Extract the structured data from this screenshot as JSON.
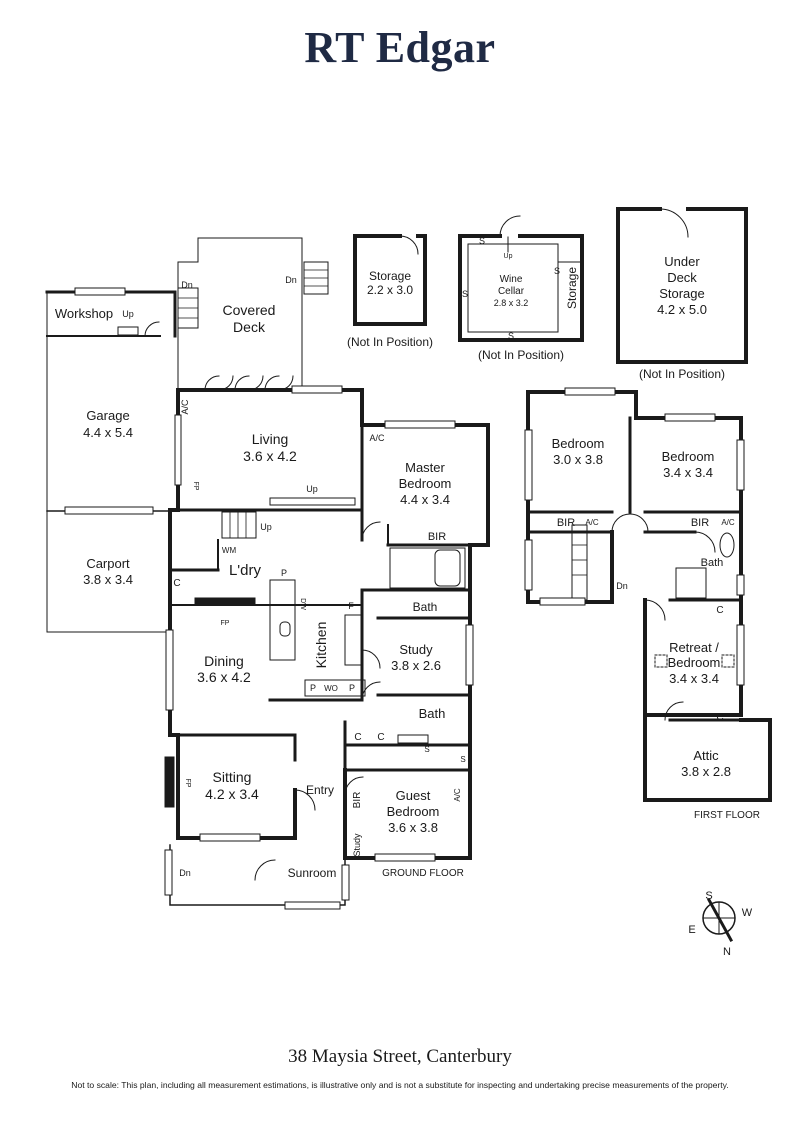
{
  "brand": "RT Edgar",
  "address": "38 Maysia Street, Canterbury",
  "disclaimer": "Not to scale: This plan, including all measurement estimations, is illustrative only and is not a substitute for inspecting and undertaking precise measurements of the property.",
  "floor_labels": {
    "ground": "GROUND FLOOR",
    "first": "FIRST FLOOR"
  },
  "detached": {
    "storage": {
      "name": "Storage",
      "size": "2.2 x 3.0",
      "note": "(Not In Position)"
    },
    "wine_cellar": {
      "name": "Wine",
      "name2": "Cellar",
      "size": "2.8 x 3.2",
      "note": "(Not In Position)",
      "storage_label": "Storage"
    },
    "under_deck": {
      "line1": "Under",
      "line2": "Deck",
      "line3": "Storage",
      "size": "4.2 x 5.0",
      "note": "(Not In Position)"
    }
  },
  "ground_rooms": {
    "workshop": "Workshop",
    "garage": {
      "name": "Garage",
      "size": "4.4 x 5.4"
    },
    "carport": {
      "name": "Carport",
      "size": "3.8 x 3.4"
    },
    "covered_deck": {
      "line1": "Covered",
      "line2": "Deck"
    },
    "living": {
      "name": "Living",
      "size": "3.6 x 4.2"
    },
    "master": {
      "line1": "Master",
      "line2": "Bedroom",
      "size": "4.4 x 3.4"
    },
    "laundry": "L'dry",
    "kitchen": "Kitchen",
    "dining": {
      "name": "Dining",
      "size": "3.6 x 4.2"
    },
    "study": {
      "name": "Study",
      "size": "3.8 x 2.6"
    },
    "bath1": "Bath",
    "bath2": "Bath",
    "sitting": {
      "name": "Sitting",
      "size": "4.2 x 3.4"
    },
    "entry": "Entry",
    "guest": {
      "line1": "Guest",
      "line2": "Bedroom",
      "size": "3.6 x 3.8"
    },
    "sunroom": "Sunroom",
    "small_study": "Study"
  },
  "first_rooms": {
    "bedroom1": {
      "name": "Bedroom",
      "size": "3.0 x 3.8"
    },
    "bedroom2": {
      "name": "Bedroom",
      "size": "3.4 x 3.4"
    },
    "bath": "Bath",
    "retreat": {
      "line1": "Retreat /",
      "line2": "Bedroom",
      "size": "3.4 x 3.4"
    },
    "attic": {
      "name": "Attic",
      "size": "3.8 x 2.8"
    }
  },
  "fixtures": {
    "up": "Up",
    "dn": "Dn",
    "ac": "A/C",
    "bir": "BIR",
    "c": "C",
    "s": "S",
    "fp": "FP",
    "wm": "WM",
    "dw": "DW",
    "wo": "WO",
    "p": "P",
    "f": "F"
  },
  "compass": {
    "n": "N",
    "s": "S",
    "e": "E",
    "w": "W"
  }
}
